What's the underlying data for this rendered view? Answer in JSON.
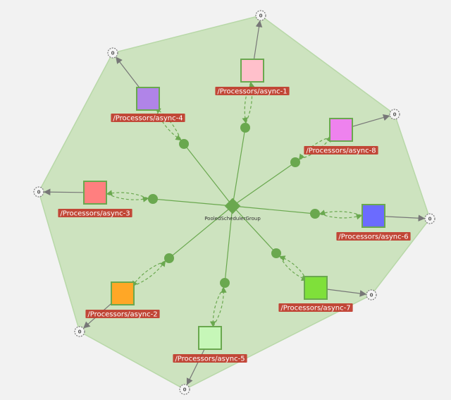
{
  "hub": {
    "label": "PooledSchedulerGroup",
    "color": "#6aa84f"
  },
  "region_color": "#cde3bf",
  "port_label": "0",
  "processors": [
    {
      "id": "async-1",
      "label": "/Processors/async-1",
      "color": "#ffc0cb"
    },
    {
      "id": "async-8",
      "label": "/Processors/async-8",
      "color": "#ee82ee"
    },
    {
      "id": "async-6",
      "label": "/Processors/async-6",
      "color": "#6b6bff"
    },
    {
      "id": "async-7",
      "label": "/Processors/async-7",
      "color": "#7fe03a"
    },
    {
      "id": "async-5",
      "label": "/Processors/async-5",
      "color": "#c6f7b8"
    },
    {
      "id": "async-2",
      "label": "/Processors/async-2",
      "color": "#ffa726"
    },
    {
      "id": "async-3",
      "label": "/Processors/async-3",
      "color": "#ff7f7f"
    },
    {
      "id": "async-4",
      "label": "/Processors/async-4",
      "color": "#b084e8"
    }
  ]
}
